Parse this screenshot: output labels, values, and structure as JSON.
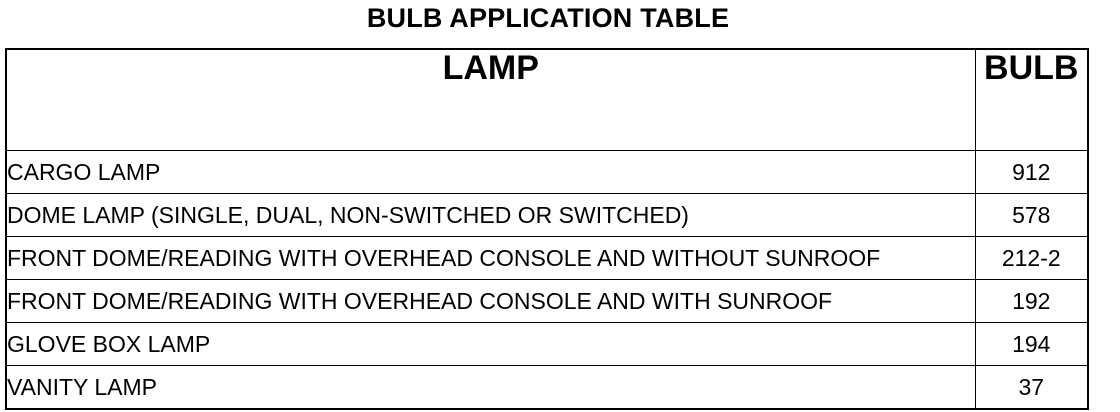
{
  "title": "BULB APPLICATION TABLE",
  "headers": {
    "lamp": "LAMP",
    "bulb": "BULB"
  },
  "rows": [
    {
      "lamp": "CARGO LAMP",
      "bulb": "912"
    },
    {
      "lamp": "DOME LAMP (SINGLE, DUAL, NON-SWITCHED OR SWITCHED)",
      "bulb": "578"
    },
    {
      "lamp": "FRONT DOME/READING WITH OVERHEAD CONSOLE AND WITHOUT SUNROOF",
      "bulb": "212-2"
    },
    {
      "lamp": "FRONT DOME/READING WITH OVERHEAD CONSOLE AND WITH SUNROOF",
      "bulb": "192"
    },
    {
      "lamp": "GLOVE BOX LAMP",
      "bulb": "194"
    },
    {
      "lamp": "VANITY LAMP",
      "bulb": "37"
    }
  ]
}
